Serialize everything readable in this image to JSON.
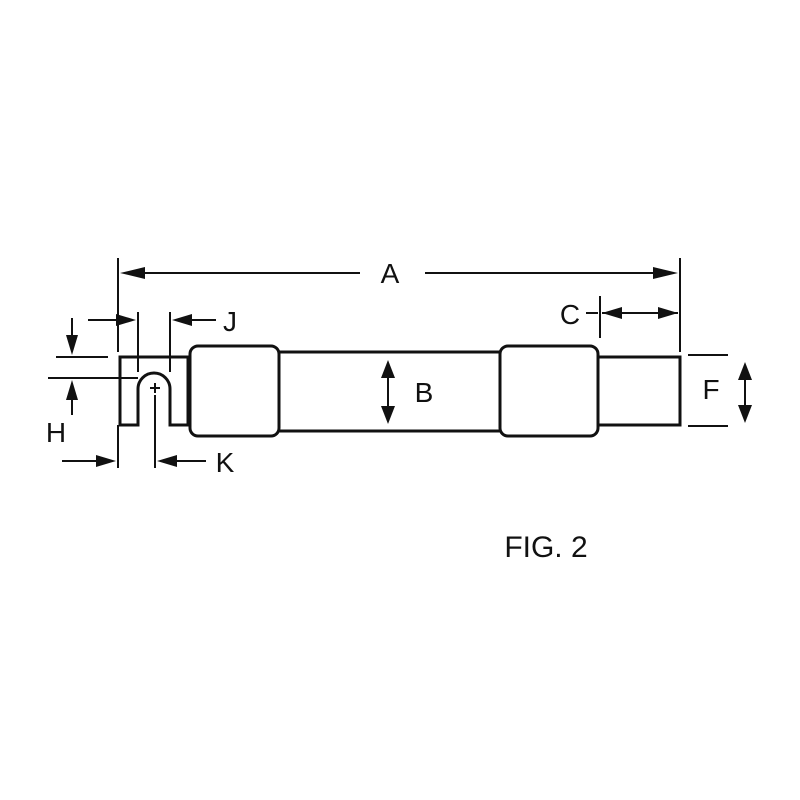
{
  "diagram": {
    "dimension_labels": {
      "a": "A",
      "b": "B",
      "c": "C",
      "f": "F",
      "h": "H",
      "j": "J",
      "k": "K"
    },
    "caption": "FIG. 2",
    "line_color": "#111111",
    "background": "#ffffff"
  }
}
